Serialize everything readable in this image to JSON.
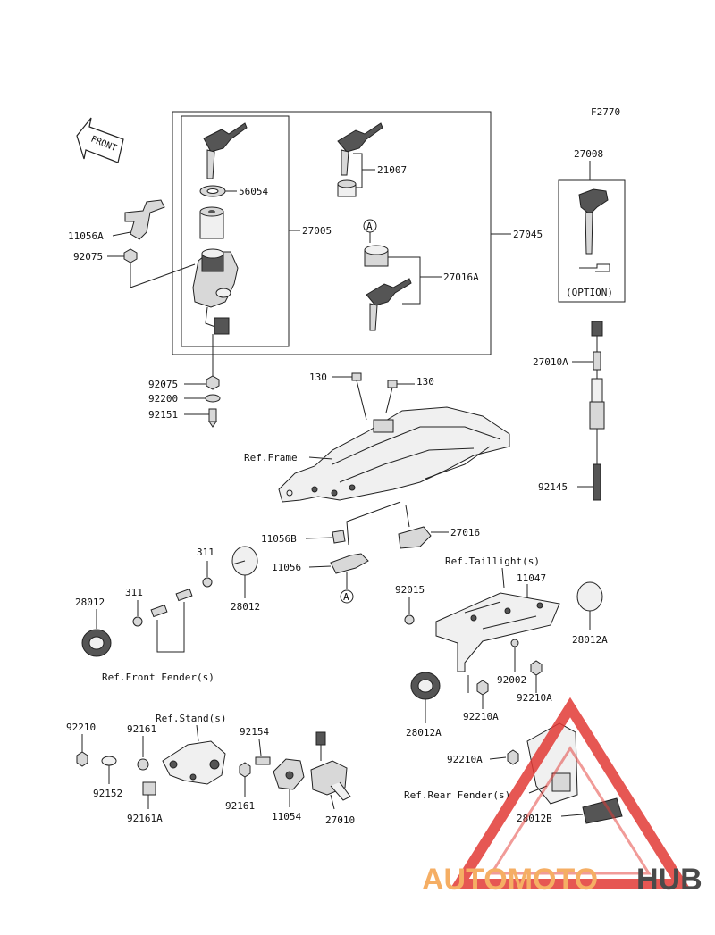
{
  "figure_code": "F2770",
  "front_arrow": "FRONT",
  "labels": {
    "l11056A": "11056A",
    "l92075a": "92075",
    "l56054": "56054",
    "l21007": "21007",
    "l27005": "27005",
    "l27045": "27045",
    "l27016A": "27016A",
    "circleA1": "A",
    "circleA2": "A",
    "l27008": "27008",
    "option": "(OPTION)",
    "l27010A": "27010A",
    "l92145": "92145",
    "l92075b": "92075",
    "l92200": "92200",
    "l92151": "92151",
    "l130a": "130",
    "l130b": "130",
    "refFrame": "Ref.Frame",
    "l11056B": "11056B",
    "l11056": "11056",
    "l27016": "27016",
    "l311a": "311",
    "l311b": "311",
    "l28012a": "28012",
    "l28012b": "28012",
    "refFrontFender": "Ref.Front Fender(s)",
    "refTaillight": "Ref.Taillight(s)",
    "l11047": "11047",
    "l92015": "92015",
    "l28012A1": "28012A",
    "l92002": "92002",
    "l92210A1": "92210A",
    "l92210A2": "92210A",
    "l28012A2": "28012A",
    "l92210A3": "92210A",
    "refRearFender": "Ref.Rear Fender(s)",
    "l28012B": "28012B",
    "l92210": "92210",
    "l92161a": "92161",
    "refStand": "Ref.Stand(s)",
    "l92154": "92154",
    "l92152": "92152",
    "l92161A": "92161A",
    "l92161b": "92161",
    "l11054": "11054",
    "l27010": "27010"
  },
  "watermark": {
    "part1": "AUTOMOTO",
    "part2": "HUB",
    "color1": "#f4a14a",
    "color2": "#2b2b2b",
    "triangle_color": "#e23a36"
  }
}
